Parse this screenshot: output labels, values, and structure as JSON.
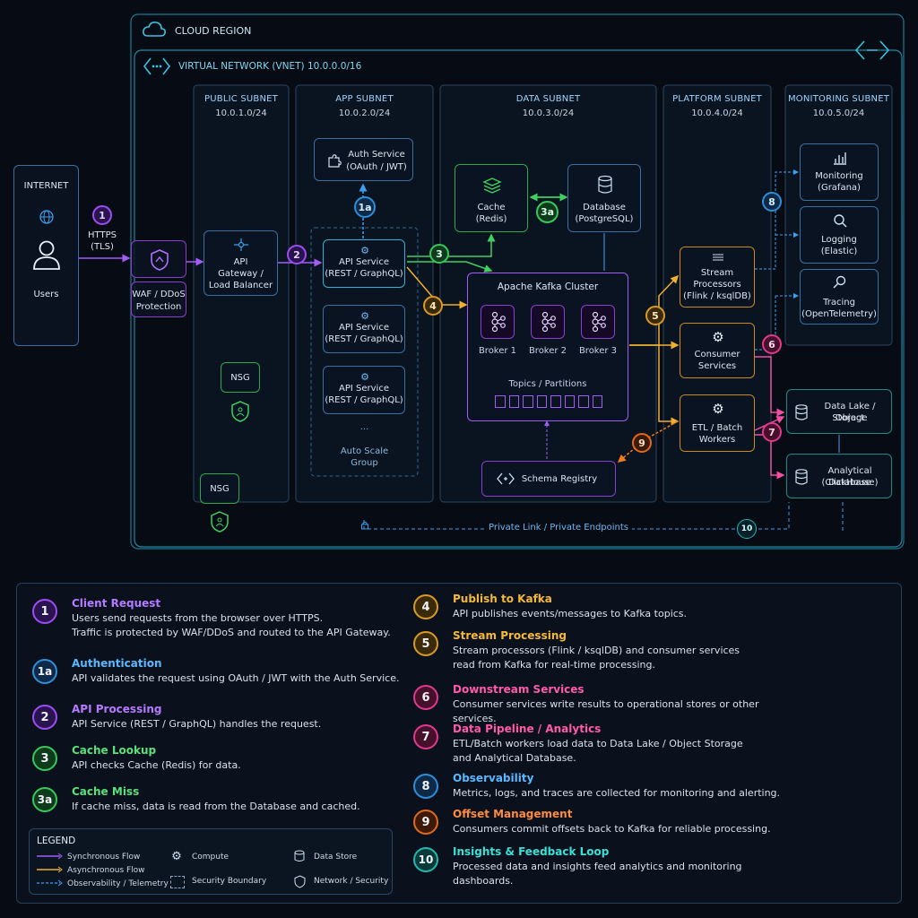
{
  "cloud_region": "CLOUD REGION",
  "vnet": "VIRTUAL NETWORK (VNET) 10.0.0.0/16",
  "internet": {
    "title": "INTERNET",
    "users": "Users"
  },
  "https": {
    "line1": "HTTPS",
    "line2": "(TLS)"
  },
  "waf": {
    "line1": "WAF / DDoS",
    "line2": "Protection"
  },
  "subnets": {
    "public": {
      "name": "PUBLIC SUBNET",
      "cidr": "10.0.1.0/24"
    },
    "app": {
      "name": "APP SUBNET",
      "cidr": "10.0.2.0/24"
    },
    "data": {
      "name": "DATA SUBNET",
      "cidr": "10.0.3.0/24"
    },
    "platform": {
      "name": "PLATFORM SUBNET",
      "cidr": "10.0.4.0/24"
    },
    "monitoring": {
      "name": "MONITORING SUBNET",
      "cidr": "10.0.5.0/24"
    }
  },
  "api_gateway": {
    "line1": "API",
    "line2": "Gateway /",
    "line3": "Load Balancer"
  },
  "nsg1": "NSG",
  "nsg2": "NSG",
  "auth_service": {
    "line1": "Auth Service",
    "line2": "(OAuth / JWT)"
  },
  "api_services": [
    {
      "line1": "API Service",
      "line2": "(REST / GraphQL)"
    },
    {
      "line1": "API Service",
      "line2": "(REST / GraphQL)"
    },
    {
      "line1": "API Service",
      "line2": "(REST / GraphQL)"
    }
  ],
  "autoscale": {
    "dots": "...",
    "line1": "Auto Scale",
    "line2": "Group"
  },
  "cache": {
    "line1": "Cache",
    "line2": "(Redis)"
  },
  "database": {
    "line1": "Database",
    "line2": "(PostgreSQL)"
  },
  "kafka": {
    "title": "Apache Kafka Cluster",
    "brokers": [
      "Broker 1",
      "Broker 2",
      "Broker 3"
    ],
    "topics": "Topics / Partitions"
  },
  "schema_registry": "Schema Registry",
  "stream_processors": {
    "line1": "Stream",
    "line2": "Processors",
    "line3": "(Flink / ksqlDB)"
  },
  "consumer_services": {
    "line1": "Consumer",
    "line2": "Services"
  },
  "etl": {
    "line1": "ETL / Batch",
    "line2": "Workers"
  },
  "monitoring": {
    "line1": "Monitoring",
    "line2": "(Grafana)"
  },
  "logging": {
    "line1": "Logging",
    "line2": "(Elastic)"
  },
  "tracing": {
    "line1": "Tracing",
    "line2": "(OpenTelemetry)"
  },
  "data_lake": {
    "line1": "Data Lake / Object",
    "line2": "Storage"
  },
  "analytical_db": {
    "line1": "Analytical Database",
    "line2": "(ClickHouse)"
  },
  "private_link": "Private Link / Private Endpoints",
  "badges": {
    "b1": "1",
    "b1a": "1a",
    "b2": "2",
    "b3": "3",
    "b3a": "3a",
    "b4": "4",
    "b5": "5",
    "b6": "6",
    "b7": "7",
    "b8": "8",
    "b9": "9",
    "b10": "10"
  },
  "steps_left": [
    {
      "num": "1",
      "title": "Client Request",
      "desc": "Users send requests from the browser over HTTPS.\nTraffic is protected by WAF/DDoS and routed to the API Gateway.",
      "color": "purple"
    },
    {
      "num": "1a",
      "title": "Authentication",
      "desc": "API validates the request using OAuth / JWT with the Auth Service.",
      "color": "blue"
    },
    {
      "num": "2",
      "title": "API Processing",
      "desc": "API Service (REST / GraphQL) handles the request.",
      "color": "purple"
    },
    {
      "num": "3",
      "title": "Cache Lookup",
      "desc": "API checks Cache (Redis) for data.",
      "color": "green"
    },
    {
      "num": "3a",
      "title": "Cache Miss",
      "desc": "If cache miss, data is read from the Database and cached.",
      "color": "green"
    }
  ],
  "steps_right": [
    {
      "num": "4",
      "title": "Publish to Kafka",
      "desc": "API publishes events/messages to Kafka topics.",
      "color": "amber"
    },
    {
      "num": "5",
      "title": "Stream Processing",
      "desc": "Stream processors (Flink / ksqlDB) and consumer services\nread from Kafka for real-time processing.",
      "color": "amber"
    },
    {
      "num": "6",
      "title": "Downstream Services",
      "desc": "Consumer services write results to operational stores or other services.",
      "color": "pink"
    },
    {
      "num": "7",
      "title": "Data Pipeline / Analytics",
      "desc": "ETL/Batch workers load data to Data Lake / Object Storage\nand Analytical Database.",
      "color": "pink"
    },
    {
      "num": "8",
      "title": "Observability",
      "desc": "Metrics, logs, and traces are collected for monitoring and alerting.",
      "color": "blue"
    },
    {
      "num": "9",
      "title": "Offset Management",
      "desc": "Consumers commit offsets back to Kafka for reliable processing.",
      "color": "orange"
    },
    {
      "num": "10",
      "title": "Insights & Feedback Loop",
      "desc": "Processed data and insights feed analytics and monitoring dashboards.",
      "color": "teal"
    }
  ],
  "legend": {
    "title": "LEGEND",
    "sync": "Synchronous Flow",
    "async": "Asynchronous Flow",
    "obs": "Observability / Telemetry",
    "compute": "Compute",
    "security_boundary": "Security Boundary",
    "data_store": "Data Store",
    "network_security": "Network / Security"
  },
  "colors": {
    "purple": "#a35cf5",
    "blue": "#3aa0f0",
    "green": "#3fd060",
    "amber": "#f0b030",
    "pink": "#f050a0",
    "orange": "#f07a20",
    "teal": "#28c8c0"
  }
}
